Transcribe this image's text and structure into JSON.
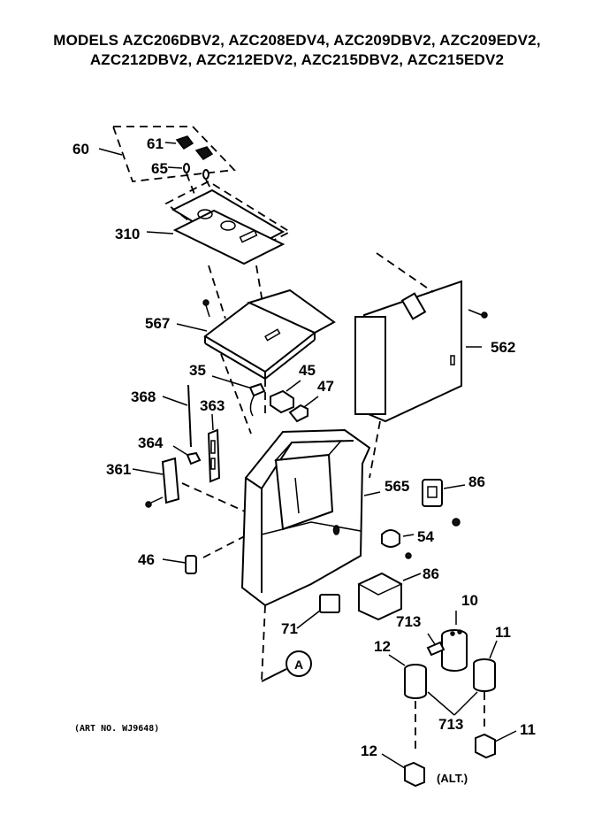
{
  "title": {
    "line1": "MODELS AZC206DBV2, AZC208EDV4, AZC209DBV2, AZC209EDV2,",
    "line2": "AZC212DBV2, AZC212EDV2, AZC215DBV2, AZC215EDV2"
  },
  "callouts": {
    "p60": "60",
    "p61": "61",
    "p65": "65",
    "p310": "310",
    "p567": "567",
    "p35": "35",
    "p45": "45",
    "p47": "47",
    "p368": "368",
    "p363": "363",
    "p364": "364",
    "p361": "361",
    "p46": "46",
    "p562": "562",
    "p565": "565",
    "p86a": "86",
    "p54": "54",
    "p86b": "86",
    "p10": "10",
    "p713a": "713",
    "p11a": "11",
    "p12a": "12",
    "p713b": "713",
    "p71": "71",
    "pA": "A",
    "p11b": "11",
    "p12b": "12"
  },
  "art_no": "(ART NO. WJ9648)",
  "alt_label": "(ALT.)"
}
